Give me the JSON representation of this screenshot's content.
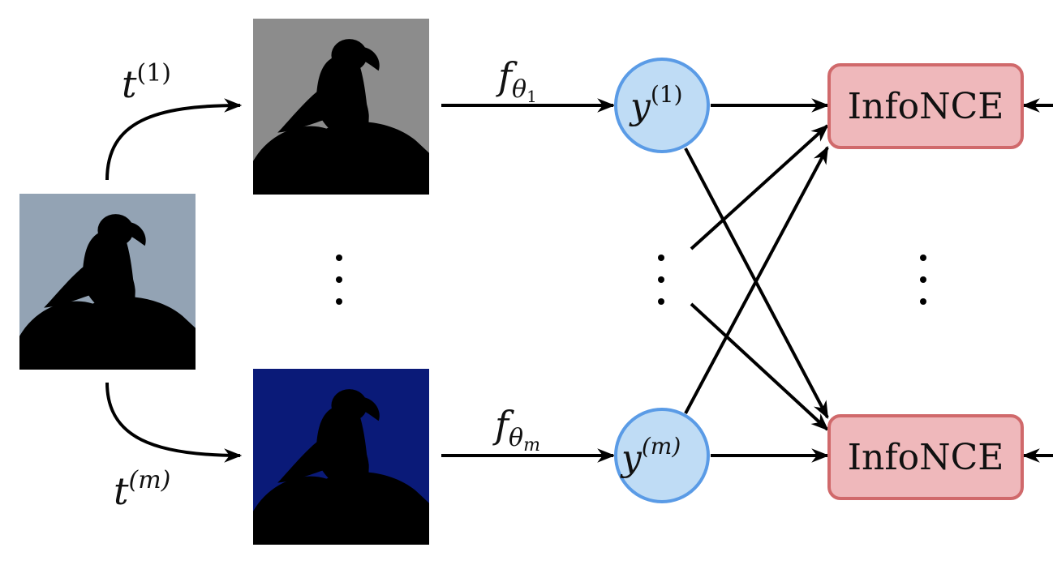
{
  "transforms": [
    {
      "symbol": "t",
      "superscript": "(1)"
    },
    {
      "symbol": "t",
      "superscript": "(m)"
    }
  ],
  "encoders": [
    {
      "symbol": "f",
      "subscript": "θ",
      "subsub": "1"
    },
    {
      "symbol": "f",
      "subscript": "θ",
      "subsub": "m"
    }
  ],
  "embeddings": [
    {
      "symbol": "y",
      "superscript": "(1)"
    },
    {
      "symbol": "y",
      "superscript": "(m)"
    }
  ],
  "losses": [
    {
      "label": "InfoNCE"
    },
    {
      "label": "InfoNCE"
    }
  ],
  "colors": {
    "arrow": "#000000",
    "node_fill": "#bfdcf5",
    "node_stroke": "#5a9be6",
    "loss_fill": "#efb8bb",
    "loss_stroke": "#d0696b",
    "puffin_original_bg": "#93a3b4",
    "puffin_gray_bg": "#8c8c8c",
    "puffin_dark_bg": "#0a1a78"
  },
  "images": [
    {
      "name": "original-puffin-image",
      "style": "color"
    },
    {
      "name": "grayscale-augmented-image",
      "style": "grayscale"
    },
    {
      "name": "color-jitter-augmented-image",
      "style": "dark-blue"
    }
  ]
}
